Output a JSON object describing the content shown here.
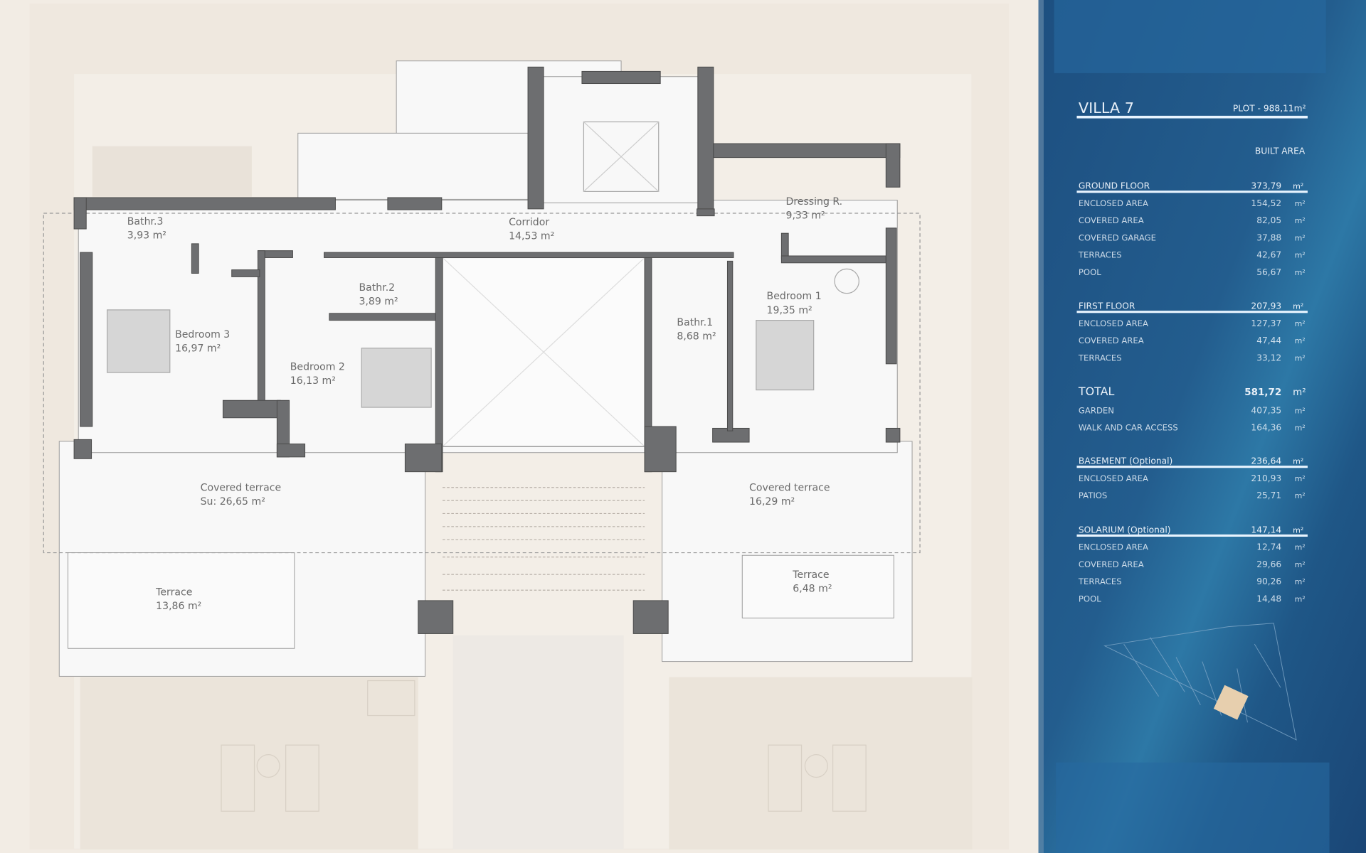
{
  "plan": {
    "rooms": [
      {
        "name": "Bathr.3",
        "area": "3,93 m²"
      },
      {
        "name": "Corridor",
        "area": "14,53 m²"
      },
      {
        "name": "Dressing R.",
        "area": "9,33 m²"
      },
      {
        "name": "Bathr.2",
        "area": "3,89 m²"
      },
      {
        "name": "Bedroom 3",
        "area": "16,97 m²"
      },
      {
        "name": "Bedroom 2",
        "area": "16,13 m²"
      },
      {
        "name": "Bathr.1",
        "area": "8,68 m²"
      },
      {
        "name": "Bedroom 1",
        "area": "19,35 m²"
      },
      {
        "name": "Covered terrace",
        "area": "Su: 26,65 m²"
      },
      {
        "name": "Covered terrace",
        "area": "16,29 m²"
      },
      {
        "name": "Terrace",
        "area": "13,86 m²"
      },
      {
        "name": "Terrace",
        "area": "6,48 m²"
      }
    ],
    "colors": {
      "background": "#f2ece4",
      "wall": "#6d6e70",
      "floor": "#f7f7f7"
    }
  },
  "panel": {
    "title": "VILLA 7",
    "plot": "PLOT  - 988,11m²",
    "built_area": "BUILT AREA",
    "unit": "m²",
    "groups": [
      {
        "header": "GROUND FLOOR",
        "value": "373,79",
        "rows": [
          {
            "label": "ENCLOSED AREA",
            "value": "154,52"
          },
          {
            "label": "COVERED AREA",
            "value": "82,05"
          },
          {
            "label": "COVERED GARAGE",
            "value": "37,88"
          },
          {
            "label": "TERRACES",
            "value": "42,67"
          },
          {
            "label": "POOL",
            "value": "56,67"
          }
        ]
      },
      {
        "header": "FIRST FLOOR",
        "value": "207,93",
        "rows": [
          {
            "label": "ENCLOSED AREA",
            "value": "127,37"
          },
          {
            "label": "COVERED AREA",
            "value": "47,44"
          },
          {
            "label": "TERRACES",
            "value": "33,12"
          }
        ]
      },
      {
        "header": "TOTAL",
        "value": "581,72",
        "total": true,
        "rows": [
          {
            "label": "GARDEN",
            "value": "407,35"
          },
          {
            "label": "WALK AND CAR ACCESS",
            "value": "164,36"
          }
        ]
      },
      {
        "header": "BASEMENT (Optional)",
        "value": "236,64",
        "rows": [
          {
            "label": "ENCLOSED AREA",
            "value": "210,93"
          },
          {
            "label": "PATIOS",
            "value": "25,71"
          }
        ]
      },
      {
        "header": "SOLARIUM (Optional)",
        "value": "147,14",
        "rows": [
          {
            "label": "ENCLOSED AREA",
            "value": "12,74"
          },
          {
            "label": "COVERED AREA",
            "value": "29,66"
          },
          {
            "label": "TERRACES",
            "value": "90,26"
          },
          {
            "label": "POOL",
            "value": "14,48"
          }
        ]
      }
    ],
    "colors": {
      "panel_dark": "#1c4c7c",
      "panel_light": "#2f7fb0",
      "highlight": "#e7cfae"
    }
  }
}
